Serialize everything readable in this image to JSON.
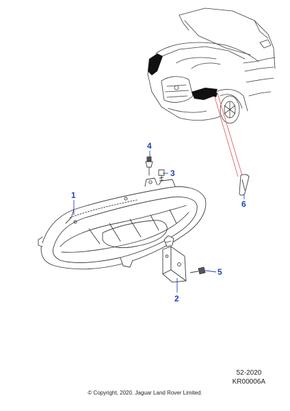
{
  "colors": {
    "line": "#3a3a3a",
    "callout": "#1f3fbf",
    "leader_red": "#e05050",
    "highlight_fill": "#111111"
  },
  "callouts": [
    {
      "number": "1",
      "part": "headlamp-assembly"
    },
    {
      "number": "2",
      "part": "mounting-bracket"
    },
    {
      "number": "3",
      "part": "screw"
    },
    {
      "number": "4",
      "part": "clip"
    },
    {
      "number": "5",
      "part": "bolt"
    },
    {
      "number": "6",
      "part": "side-trim-cover"
    }
  ],
  "reference": {
    "date_code": "52-2020",
    "illustration_id": "KR00006A"
  },
  "copyright": "© Copyright, 2020. Jaguar Land Rover Limited."
}
